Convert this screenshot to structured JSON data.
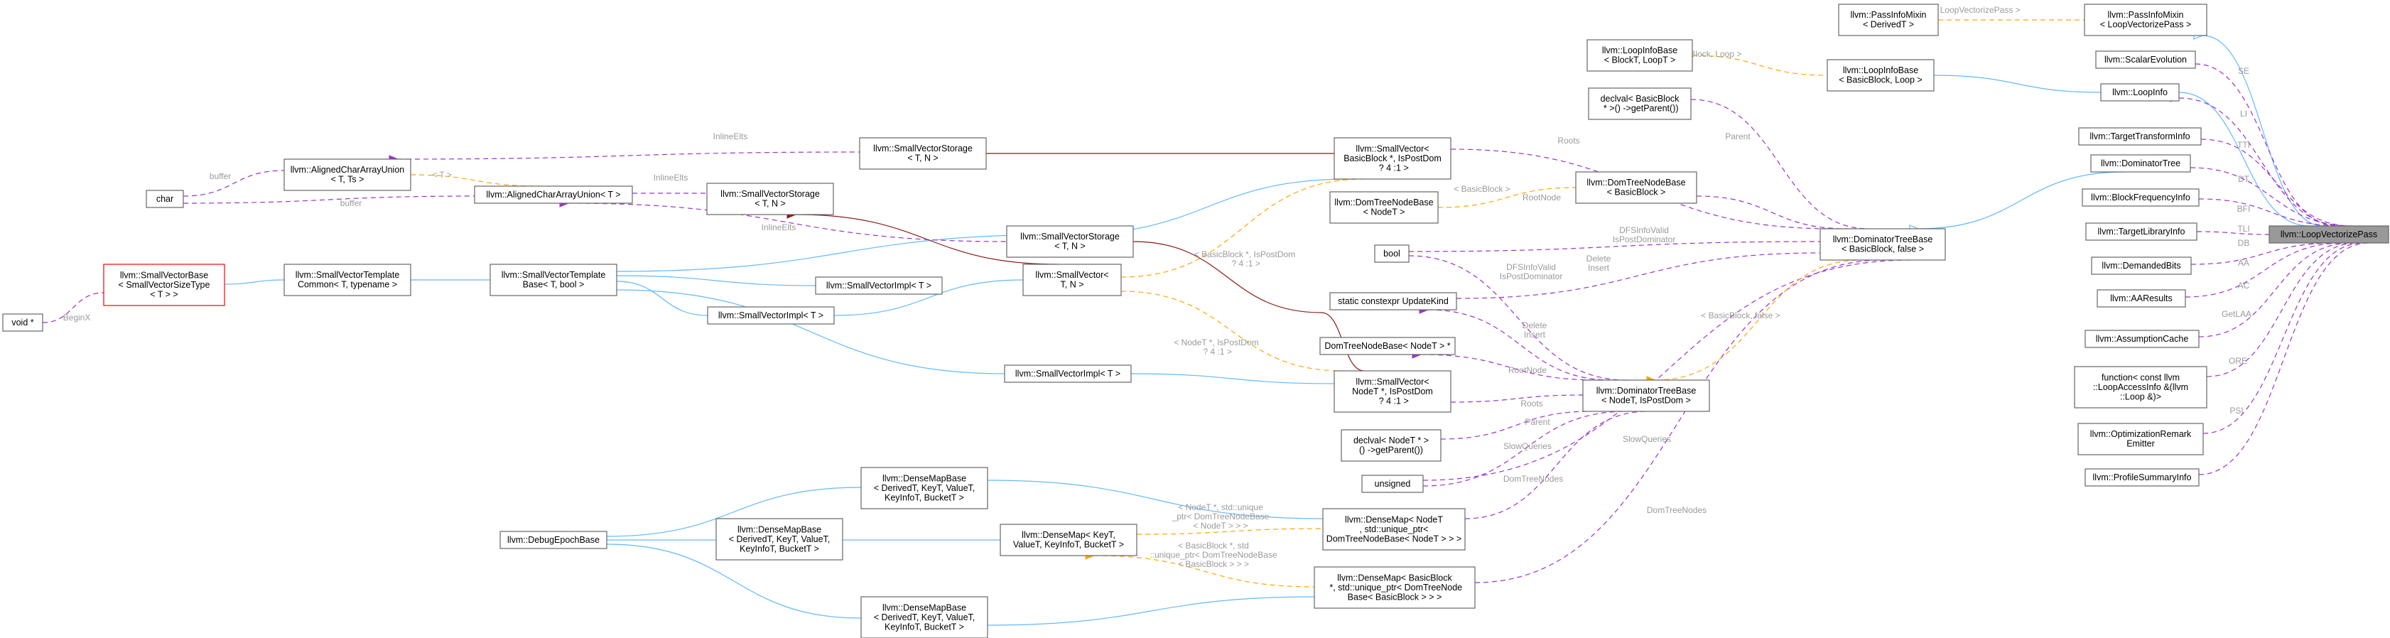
{
  "colors": {
    "inheritance": "#63b8ff",
    "usage": "#9a32cd",
    "template": "#ffa500",
    "private": "#8b1a1a",
    "label": "#9a9a9a",
    "root_fill": "#999999",
    "missing_border": "#ff0000"
  },
  "nodes": [
    {
      "id": "root",
      "lines": [
        "llvm::LoopVectorizePass"
      ]
    },
    {
      "id": "passinfomixin_lvp",
      "lines": [
        "llvm::PassInfoMixin",
        "< LoopVectorizePass >"
      ]
    },
    {
      "id": "passinfomixin",
      "lines": [
        "llvm::PassInfoMixin",
        "< DerivedT >"
      ]
    },
    {
      "id": "scalarevolution",
      "lines": [
        "llvm::ScalarEvolution"
      ]
    },
    {
      "id": "loopinfo",
      "lines": [
        "llvm::LoopInfo"
      ]
    },
    {
      "id": "loopinfobase_bb",
      "lines": [
        "llvm::LoopInfoBase",
        "< BasicBlock, Loop >"
      ]
    },
    {
      "id": "loopinfobase",
      "lines": [
        "llvm::LoopInfoBase",
        "< BlockT, LoopT >"
      ]
    },
    {
      "id": "declval_bb",
      "lines": [
        "declval< BasicBlock",
        " * >() ->getParent())"
      ]
    },
    {
      "id": "tti",
      "lines": [
        "llvm::TargetTransformInfo"
      ]
    },
    {
      "id": "domtree",
      "lines": [
        "llvm::DominatorTree"
      ]
    },
    {
      "id": "bfi",
      "lines": [
        "llvm::BlockFrequencyInfo"
      ]
    },
    {
      "id": "tli",
      "lines": [
        "llvm::TargetLibraryInfo"
      ]
    },
    {
      "id": "demandedbits",
      "lines": [
        "llvm::DemandedBits"
      ]
    },
    {
      "id": "aaresults",
      "lines": [
        "llvm::AAResults"
      ]
    },
    {
      "id": "assumptioncache",
      "lines": [
        "llvm::AssumptionCache"
      ]
    },
    {
      "id": "function",
      "lines": [
        "function< const llvm",
        "::LoopAccessInfo &(llvm",
        "::Loop &)>"
      ]
    },
    {
      "id": "ore",
      "lines": [
        "llvm::OptimizationRemark",
        "Emitter"
      ]
    },
    {
      "id": "psi",
      "lines": [
        "llvm::ProfileSummaryInfo"
      ]
    },
    {
      "id": "domtreebase_bb",
      "lines": [
        "llvm::DominatorTreeBase",
        "< BasicBlock, false >"
      ]
    },
    {
      "id": "domtreebase",
      "lines": [
        "llvm::DominatorTreeBase",
        "< NodeT, IsPostDom >"
      ]
    },
    {
      "id": "domtreenodebase_bb",
      "lines": [
        "llvm::DomTreeNodeBase",
        "< BasicBlock >"
      ]
    },
    {
      "id": "domtreenodebase",
      "lines": [
        "llvm::DomTreeNodeBase",
        "< NodeT >"
      ]
    },
    {
      "id": "bool",
      "lines": [
        "bool"
      ]
    },
    {
      "id": "updatekind",
      "lines": [
        "static constexpr UpdateKind"
      ]
    },
    {
      "id": "domtreenodeptr",
      "lines": [
        "DomTreeNodeBase< NodeT > *"
      ]
    },
    {
      "id": "declval_node",
      "lines": [
        "declval< NodeT * >",
        "() ->getParent())"
      ]
    },
    {
      "id": "unsigned",
      "lines": [
        "unsigned"
      ]
    },
    {
      "id": "smallvector_bb",
      "lines": [
        "llvm::SmallVector<",
        "BasicBlock *, IsPostDom",
        " ? 4 :1 >"
      ]
    },
    {
      "id": "smallvector_node",
      "lines": [
        "llvm::SmallVector<",
        "NodeT *, IsPostDom",
        " ? 4 :1 >"
      ]
    },
    {
      "id": "smallvector_tn",
      "lines": [
        "llvm::SmallVector<",
        "T, N >"
      ]
    },
    {
      "id": "svstorage1",
      "lines": [
        "llvm::SmallVectorStorage",
        "< T, N >"
      ]
    },
    {
      "id": "svstorage2",
      "lines": [
        "llvm::SmallVectorStorage",
        "< T, N >"
      ]
    },
    {
      "id": "svstorage3",
      "lines": [
        "llvm::SmallVectorStorage",
        "< T, N >"
      ]
    },
    {
      "id": "svimpl1",
      "lines": [
        "llvm::SmallVectorImpl< T >"
      ]
    },
    {
      "id": "svimpl2",
      "lines": [
        "llvm::SmallVectorImpl< T >"
      ]
    },
    {
      "id": "svimpl3",
      "lines": [
        "llvm::SmallVectorImpl< T >"
      ]
    },
    {
      "id": "svtemplatebase",
      "lines": [
        "llvm::SmallVectorTemplate",
        "Base< T, bool >"
      ]
    },
    {
      "id": "svtemplatecommon",
      "lines": [
        "llvm::SmallVectorTemplate",
        "Common< T, typename >"
      ]
    },
    {
      "id": "svbase",
      "lines": [
        "llvm::SmallVectorBase",
        "< SmallVectorSizeType",
        "< T > >"
      ]
    },
    {
      "id": "voidptr",
      "lines": [
        "void *"
      ]
    },
    {
      "id": "char",
      "lines": [
        "char"
      ]
    },
    {
      "id": "alignedunion_ts",
      "lines": [
        "llvm::AlignedCharArrayUnion",
        "< T, Ts >"
      ]
    },
    {
      "id": "alignedunion_t",
      "lines": [
        "llvm::AlignedCharArrayUnion< T >"
      ]
    },
    {
      "id": "debugepochbase",
      "lines": [
        "llvm::DebugEpochBase"
      ]
    },
    {
      "id": "densemapbase1",
      "lines": [
        "llvm::DenseMapBase",
        "< DerivedT, KeyT, ValueT,",
        "KeyInfoT, BucketT >"
      ]
    },
    {
      "id": "densemapbase2",
      "lines": [
        "llvm::DenseMapBase",
        "< DerivedT, KeyT, ValueT,",
        "KeyInfoT, BucketT >"
      ]
    },
    {
      "id": "densemapbase3",
      "lines": [
        "llvm::DenseMapBase",
        "< DerivedT, KeyT, ValueT,",
        "KeyInfoT, BucketT >"
      ]
    },
    {
      "id": "densemap",
      "lines": [
        "llvm::DenseMap< KeyT,",
        "ValueT, KeyInfoT, BucketT >"
      ]
    },
    {
      "id": "densemap_node",
      "lines": [
        "llvm::DenseMap< NodeT",
        ", std::unique_ptr<",
        "DomTreeNodeBase< NodeT > > >"
      ]
    },
    {
      "id": "densemap_bb",
      "lines": [
        "llvm::DenseMap< BasicBlock",
        " *, std::unique_ptr< DomTreeNode",
        "Base< BasicBlock > > >"
      ]
    }
  ],
  "edge_labels": [
    {
      "id": "lbl_passinfo",
      "lines": [
        "< LoopVectorizePass >"
      ]
    },
    {
      "id": "lbl_se",
      "lines": [
        "SE"
      ]
    },
    {
      "id": "lbl_li",
      "lines": [
        "LI"
      ]
    },
    {
      "id": "lbl_tti",
      "lines": [
        "TTI"
      ]
    },
    {
      "id": "lbl_dt",
      "lines": [
        "DT"
      ]
    },
    {
      "id": "lbl_bfi",
      "lines": [
        "BFI"
      ]
    },
    {
      "id": "lbl_tli",
      "lines": [
        "TLI"
      ]
    },
    {
      "id": "lbl_db",
      "lines": [
        "DB"
      ]
    },
    {
      "id": "lbl_aa",
      "lines": [
        "AA"
      ]
    },
    {
      "id": "lbl_ac",
      "lines": [
        "AC"
      ]
    },
    {
      "id": "lbl_getlaa",
      "lines": [
        "GetLAA"
      ]
    },
    {
      "id": "lbl_ore",
      "lines": [
        "ORE"
      ]
    },
    {
      "id": "lbl_psi",
      "lines": [
        "PSI"
      ]
    },
    {
      "id": "lbl_loopinfo_tmpl",
      "lines": [
        "< BasicBlock, Loop >"
      ]
    },
    {
      "id": "lbl_parent1",
      "lines": [
        "Parent"
      ]
    },
    {
      "id": "lbl_roots1",
      "lines": [
        "Roots"
      ]
    },
    {
      "id": "lbl_rootnode1",
      "lines": [
        "RootNode"
      ]
    },
    {
      "id": "lbl_dtnb_tmpl",
      "lines": [
        "< BasicBlock >"
      ]
    },
    {
      "id": "lbl_dfsinfo1",
      "lines": [
        "DFSInfoValid",
        "IsPostDominator"
      ]
    },
    {
      "id": "lbl_delete1",
      "lines": [
        "Delete",
        "Insert"
      ]
    },
    {
      "id": "lbl_dtb_tmpl",
      "lines": [
        "< BasicBlock, false >"
      ]
    },
    {
      "id": "lbl_dfsinfo2",
      "lines": [
        "DFSInfoValid",
        "IsPostDominator"
      ]
    },
    {
      "id": "lbl_delete2",
      "lines": [
        "Delete",
        "Insert"
      ]
    },
    {
      "id": "lbl_rootnode2",
      "lines": [
        "RootNode"
      ]
    },
    {
      "id": "lbl_roots2",
      "lines": [
        "Roots"
      ]
    },
    {
      "id": "lbl_parent2",
      "lines": [
        "Parent"
      ]
    },
    {
      "id": "lbl_slowqueries1",
      "lines": [
        "SlowQueries"
      ]
    },
    {
      "id": "lbl_slowqueries2",
      "lines": [
        "SlowQueries"
      ]
    },
    {
      "id": "lbl_domtreenodes1",
      "lines": [
        "DomTreeNodes"
      ]
    },
    {
      "id": "lbl_domtreenodes2",
      "lines": [
        "DomTreeNodes"
      ]
    },
    {
      "id": "lbl_inlineelts1",
      "lines": [
        "InlineElts"
      ]
    },
    {
      "id": "lbl_inlineelts2",
      "lines": [
        "InlineElts"
      ]
    },
    {
      "id": "lbl_inlineelts3",
      "lines": [
        "InlineElts"
      ]
    },
    {
      "id": "lbl_buffer1",
      "lines": [
        "buffer"
      ]
    },
    {
      "id": "lbl_buffer2",
      "lines": [
        "buffer"
      ]
    },
    {
      "id": "lbl_tt",
      "lines": [
        "< T >"
      ]
    },
    {
      "id": "lbl_beginx",
      "lines": [
        "BeginX"
      ]
    },
    {
      "id": "lbl_sv_bb_tmpl",
      "lines": [
        "< BasicBlock *, IsPostDom",
        " ? 4 :1 >"
      ]
    },
    {
      "id": "lbl_sv_node_tmpl",
      "lines": [
        "< NodeT *, IsPostDom",
        " ? 4 :1 >"
      ]
    },
    {
      "id": "lbl_dm_node_tmpl",
      "lines": [
        "< NodeT *, std::unique",
        "_ptr< DomTreeNodeBase",
        "< NodeT > > >"
      ]
    },
    {
      "id": "lbl_dm_bb_tmpl",
      "lines": [
        "< BasicBlock *, std",
        "::unique_ptr< DomTreeNodeBase",
        "< BasicBlock > > >"
      ]
    }
  ]
}
